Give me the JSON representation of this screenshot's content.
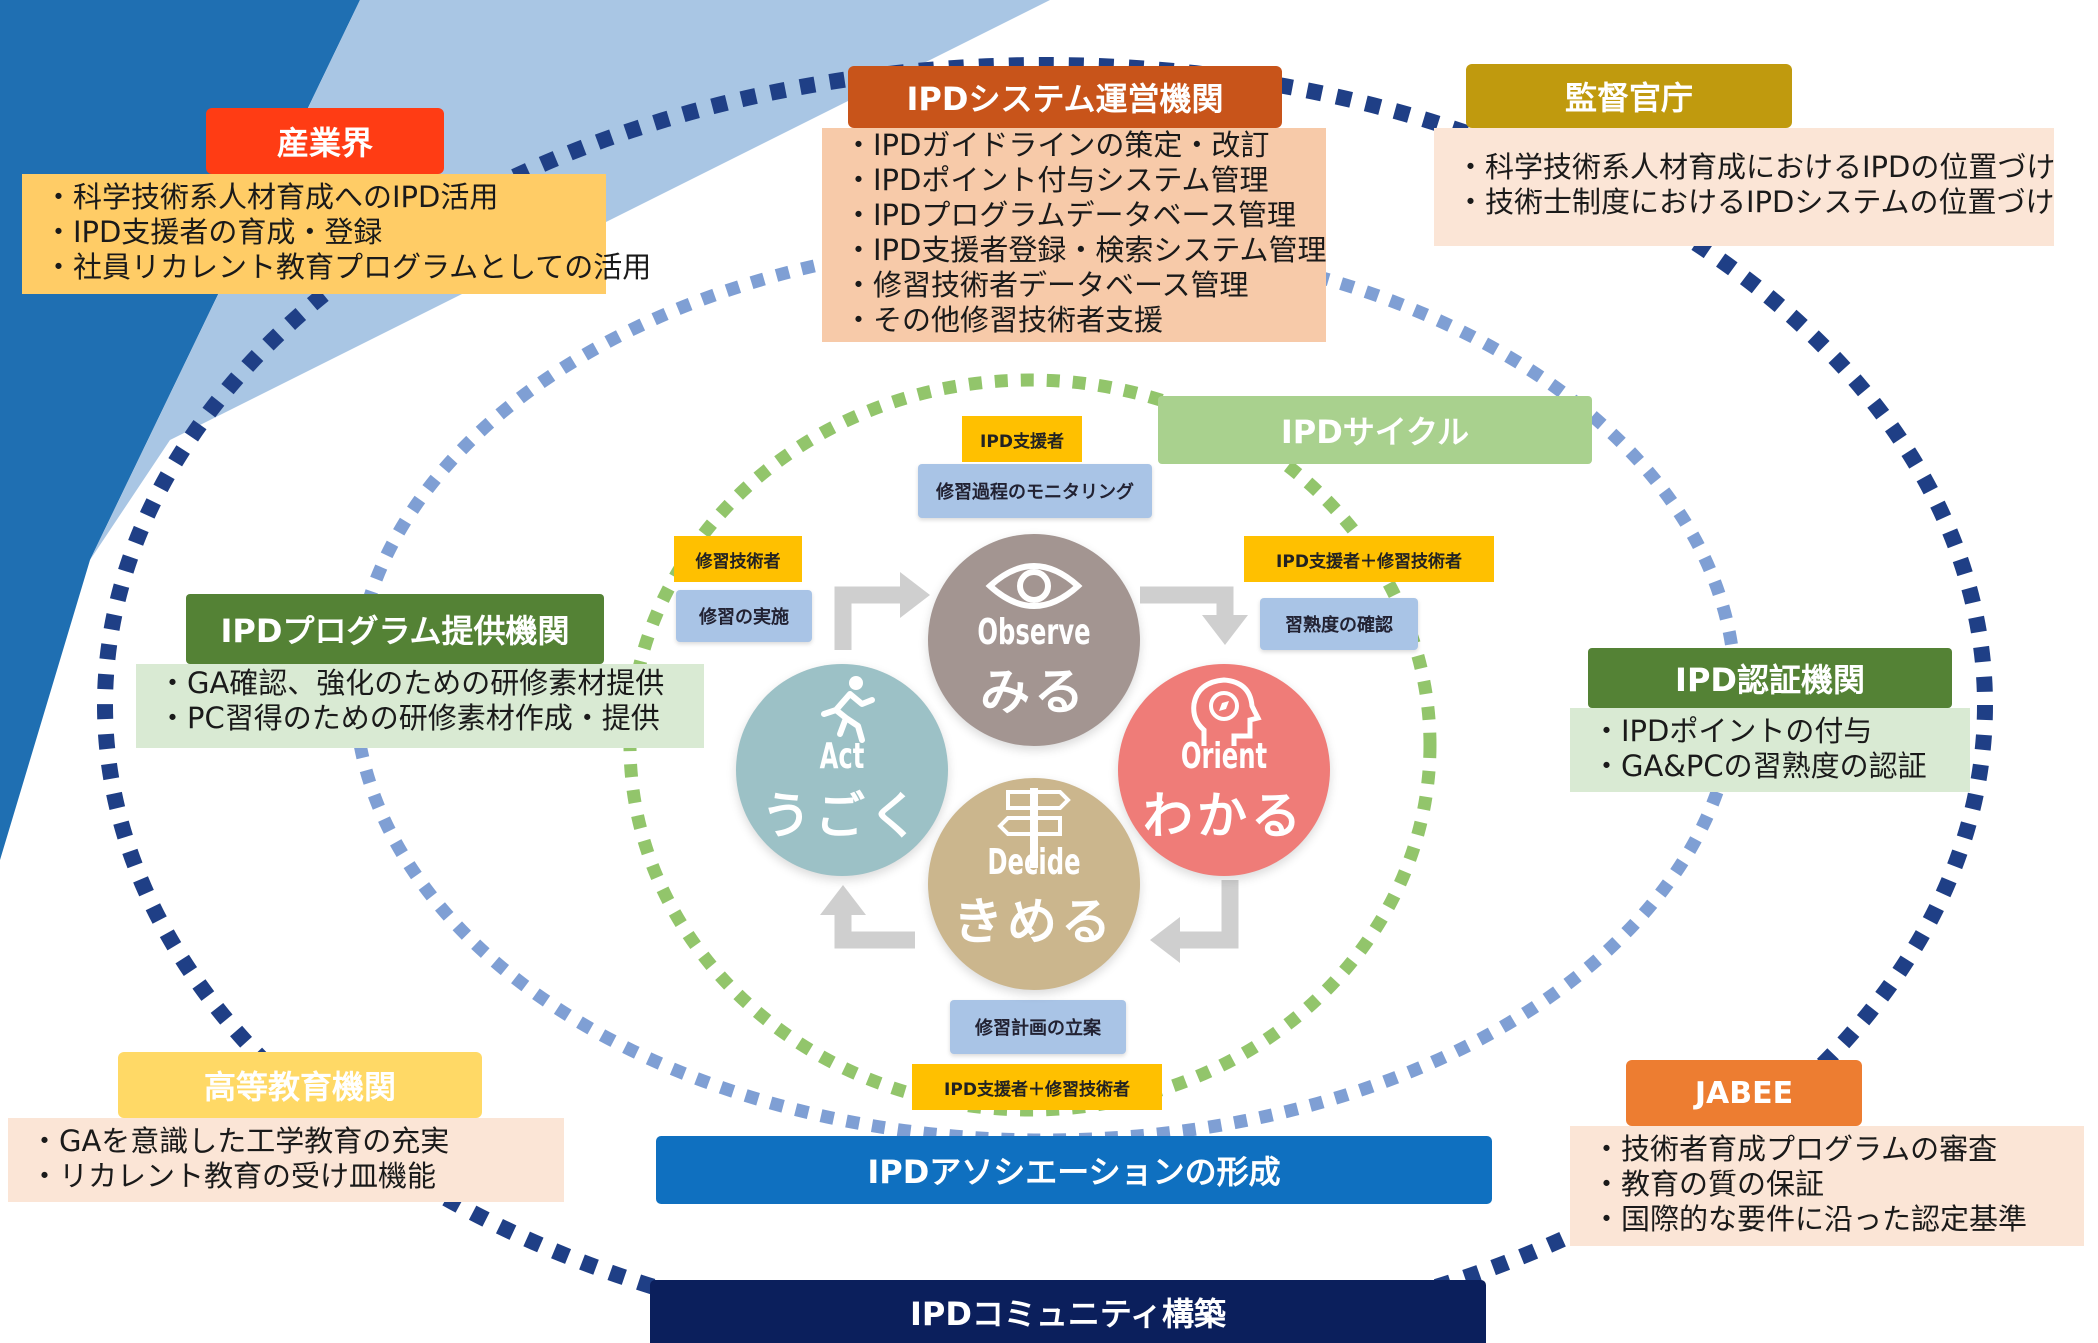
{
  "colors": {
    "outer_ring": "#1f3f86",
    "middle_ring": "#7f9fd4",
    "inner_ring": "#92c56b",
    "observe": "#a39591",
    "orient": "#ef7c78",
    "decide": "#cbb68d",
    "act": "#9cc1c6"
  },
  "organizations": {
    "industry": {
      "title": "産業界",
      "lines": [
        "・科学技術系人材育成へのIPD活用",
        "・IPD支援者の育成・登録",
        "・社員リカレント教育プログラムとしての活用"
      ]
    },
    "operator": {
      "title": "IPDシステム運営機関",
      "lines": [
        "・IPDガイドラインの策定・改訂",
        "・IPDポイント付与システム管理",
        "・IPDプログラムデータベース管理",
        "・IPD支援者登録・検索システム管理",
        "・修習技術者データベース管理",
        "・その他修習技術者支援"
      ]
    },
    "ministry": {
      "title": "監督官庁",
      "lines": [
        "・科学技術系人材育成におけるIPDの位置づけ",
        "・技術士制度におけるIPDシステムの位置づけ"
      ]
    },
    "program_provider": {
      "title": "IPDプログラム提供機関",
      "lines": [
        "・GA確認、強化のための研修素材提供",
        "・PC習得のための研修素材作成・提供"
      ]
    },
    "certification": {
      "title": "IPD認証機関",
      "lines": [
        "・IPDポイントの付与",
        "・GA&PCの習熟度の認証"
      ]
    },
    "higher_education": {
      "title": "高等教育機関",
      "lines": [
        "・GAを意識した工学教育の充実",
        "・リカレント教育の受け皿機能"
      ]
    },
    "jabee": {
      "title": "JABEE",
      "lines": [
        "・技術者育成プログラムの審査",
        "・教育の質の保証",
        "・国際的な要件に沿った認定基準"
      ]
    }
  },
  "cycle": {
    "title": "IPDサイクル",
    "stages": {
      "observe": {
        "en": "Observe",
        "jp": "みる"
      },
      "orient": {
        "en": "Orient",
        "jp": "わかる"
      },
      "decide": {
        "en": "Decide",
        "jp": "きめる"
      },
      "act": {
        "en": "Act",
        "jp": "うごく"
      }
    },
    "steps": {
      "monitoring": {
        "role": "IPD支援者",
        "label": "修習過程のモニタリング"
      },
      "proficiency": {
        "role": "IPD支援者＋修習技術者",
        "label": "習熟度の確認"
      },
      "planning": {
        "role": "IPD支援者＋修習技術者",
        "label": "修習計画の立案"
      },
      "implementation": {
        "role": "修習技術者",
        "label": "修習の実施"
      }
    }
  },
  "association": "IPDアソシエーションの形成",
  "community": "IPDコミュニティ構築"
}
